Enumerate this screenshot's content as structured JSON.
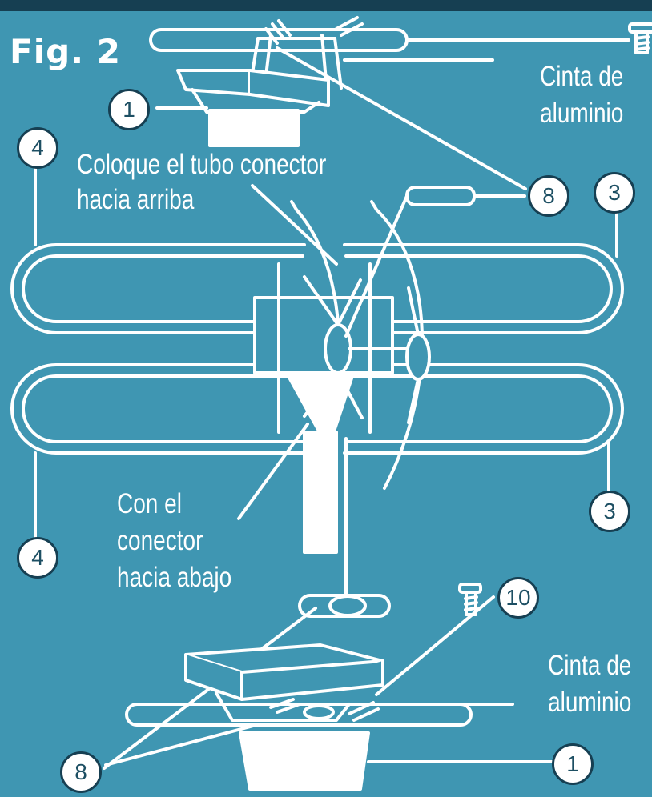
{
  "figure": {
    "title": "Fig. 2"
  },
  "labels": {
    "tape_top_line1": "Cinta de",
    "tape_top_line2": "aluminio",
    "connector_up_line1": "Coloque el tubo conector",
    "connector_up_line2": "hacia arriba",
    "connector_down_line1": "Con el",
    "connector_down_line2": "conector",
    "connector_down_line3": "hacia abajo",
    "tape_bottom_line1": "Cinta de",
    "tape_bottom_line2": "aluminio"
  },
  "callouts": {
    "c1_top": "1",
    "c4_top": "4",
    "c8_top": "8",
    "c3_top": "3",
    "c3_bottom": "3",
    "c4_bottom": "4",
    "c10": "10",
    "c8_bottom": "8",
    "c1_bottom": "1"
  },
  "colors": {
    "background": "#3f96b2",
    "line": "#ffffff",
    "callout_text": "#1d4f63"
  }
}
